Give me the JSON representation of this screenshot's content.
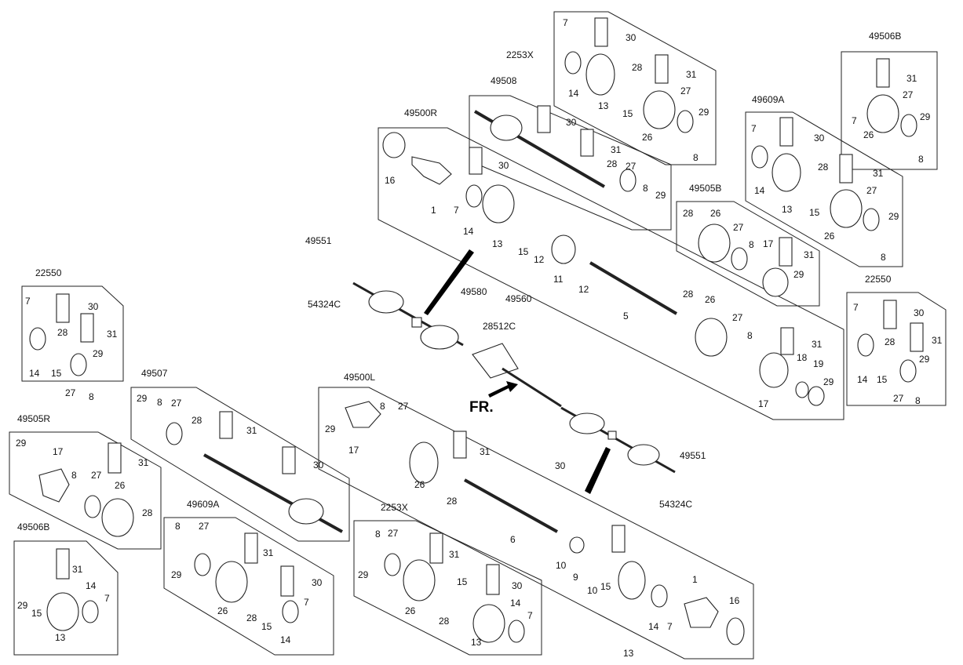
{
  "diagram": {
    "direction_label": "FR.",
    "assemblies": [
      {
        "id": "2253X_top",
        "code": "2253X"
      },
      {
        "id": "49506B_top",
        "code": "49506B"
      },
      {
        "id": "49508",
        "code": "49508"
      },
      {
        "id": "49609A_right",
        "code": "49609A"
      },
      {
        "id": "49500R",
        "code": "49500R"
      },
      {
        "id": "49505B_right",
        "code": "49505B"
      },
      {
        "id": "22550_left",
        "code": "22550"
      },
      {
        "id": "22550_right",
        "code": "22550"
      },
      {
        "id": "49507",
        "code": "49507"
      },
      {
        "id": "49500L",
        "code": "49500L"
      },
      {
        "id": "49505R",
        "code": "49505R"
      },
      {
        "id": "49609A_left",
        "code": "49609A"
      },
      {
        "id": "2253X_bottom",
        "code": "2253X"
      },
      {
        "id": "49506B_left",
        "code": "49506B"
      }
    ],
    "loose_labels": [
      {
        "id": "49551_top",
        "code": "49551"
      },
      {
        "id": "54324C_top",
        "code": "54324C"
      },
      {
        "id": "49580",
        "code": "49580"
      },
      {
        "id": "49560",
        "code": "49560"
      },
      {
        "id": "28512C",
        "code": "28512C"
      },
      {
        "id": "49551_bottom",
        "code": "49551"
      },
      {
        "id": "54324C_bottom",
        "code": "54324C"
      }
    ],
    "part_numbers": [
      "7",
      "30",
      "14",
      "13",
      "28",
      "15",
      "31",
      "26",
      "27",
      "29",
      "8",
      "31",
      "7",
      "27",
      "26",
      "29",
      "8",
      "30",
      "31",
      "28",
      "27",
      "8",
      "29",
      "7",
      "30",
      "14",
      "13",
      "28",
      "15",
      "31",
      "27",
      "26",
      "29",
      "8",
      "16",
      "1",
      "7",
      "30",
      "14",
      "13",
      "15",
      "12",
      "11",
      "12",
      "5",
      "28",
      "26",
      "27",
      "8",
      "31",
      "17",
      "18",
      "19",
      "29",
      "28",
      "26",
      "27",
      "8",
      "17",
      "31",
      "29",
      "7",
      "30",
      "14",
      "28",
      "15",
      "31",
      "29",
      "27",
      "8",
      "7",
      "30",
      "28",
      "14",
      "15",
      "31",
      "29",
      "27",
      "8",
      "29",
      "8",
      "27",
      "28",
      "31",
      "30",
      "8",
      "27",
      "29",
      "17",
      "28",
      "31",
      "26",
      "30",
      "6",
      "10",
      "9",
      "10",
      "15",
      "13",
      "14",
      "7",
      "1",
      "16",
      "29",
      "17",
      "8",
      "31",
      "27",
      "26",
      "28",
      "8",
      "27",
      "29",
      "31",
      "26",
      "30",
      "28",
      "15",
      "7",
      "14",
      "8",
      "27",
      "29",
      "31",
      "26",
      "15",
      "30",
      "28",
      "13",
      "14",
      "7",
      "31",
      "14",
      "29",
      "15",
      "7",
      "13"
    ]
  }
}
